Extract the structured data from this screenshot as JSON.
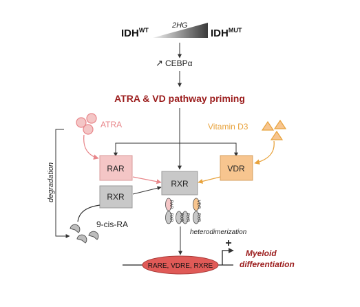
{
  "top": {
    "idh_wt": "IDH",
    "idh_wt_sup": "WT",
    "idh_mut": "IDH",
    "idh_mut_sup": "MUT",
    "metabolite": "2HG"
  },
  "cebpa": {
    "arrow_glyph": "↗",
    "label": "CEBPα"
  },
  "priming": {
    "label": "ATRA & VD pathway priming",
    "color": "#9b1c1c"
  },
  "ligands": {
    "atra": {
      "label": "ATRA",
      "color": "#e8868a"
    },
    "vitd3": {
      "label": "Vitamin D3",
      "color": "#e8a33d"
    },
    "cis_ra": {
      "label": "9-cis-RA"
    }
  },
  "receptors": {
    "rar": "RAR",
    "rxr_left": "RXR",
    "rxr_center": "RXR",
    "vdr": "VDR"
  },
  "dimers": {
    "rar_rxr": {
      "a": "RAR",
      "b": "RXR"
    },
    "rxr_rxr": {
      "a": "RXR",
      "b": "RXR"
    },
    "vdr_rxr": {
      "a": "VDR",
      "b": "RXR"
    }
  },
  "labels": {
    "degradation": "degradation",
    "heterodimerization": "heterodimerization",
    "response_elements": "RARE, VDRE, RXRE",
    "plus": "+",
    "myeloid_line1": "Myeloid",
    "myeloid_line2": "differentiation"
  },
  "colors": {
    "rar_fill": "#f4c6c6",
    "vdr_fill": "#f7c58f",
    "rxr_fill": "#c8c8c8",
    "response_fill": "#e05a57",
    "dark_red": "#9b1c1c"
  }
}
